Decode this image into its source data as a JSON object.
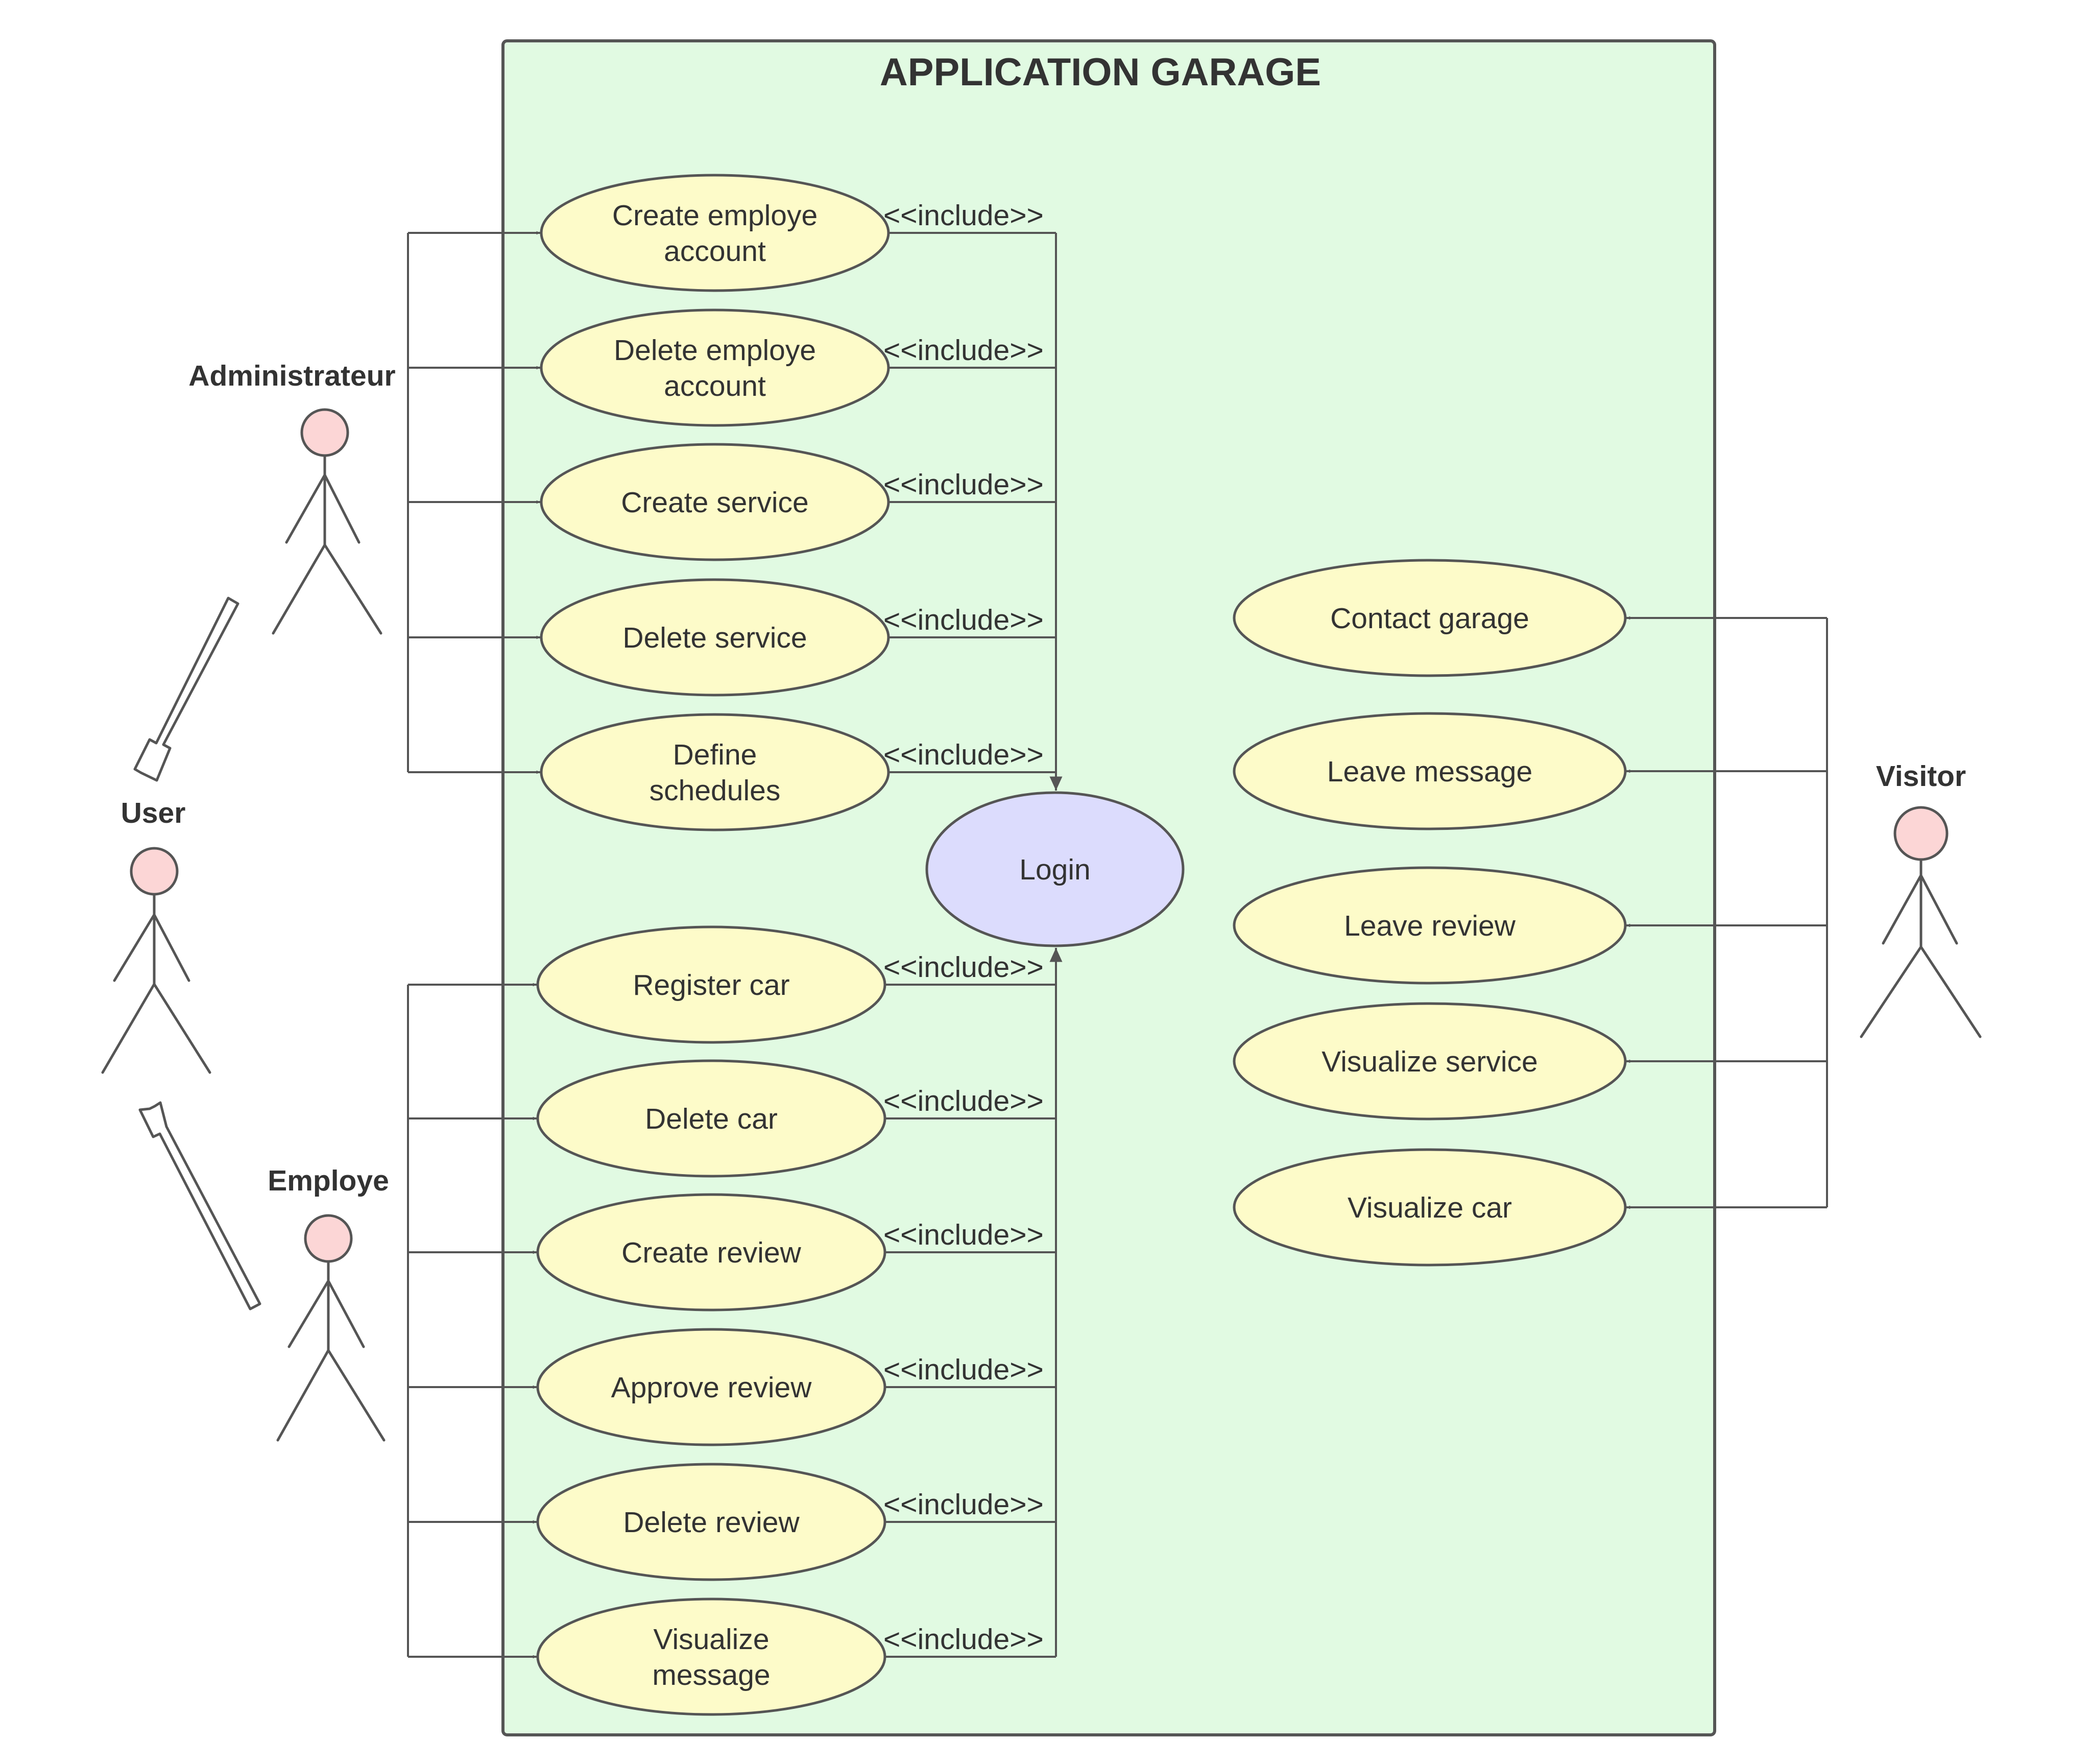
{
  "diagram": {
    "system_title": "APPLICATION GARAGE",
    "colors": {
      "system_fill": "#e1fae2",
      "use_case_fill": "#fdfbc9",
      "login_fill": "#dcdcfd",
      "actor_head_fill": "#fcd6d6",
      "line": "#555555"
    },
    "actors": {
      "administrateur": "Administrateur",
      "user": "User",
      "employe": "Employe",
      "visitor": "Visitor"
    },
    "include_label": "<<include>>",
    "login": "Login",
    "admin_use_cases": [
      [
        "Create employe",
        "account"
      ],
      [
        "Delete employe",
        "account"
      ],
      [
        "Create service"
      ],
      [
        "Delete service"
      ],
      [
        "Define",
        "schedules"
      ]
    ],
    "employe_use_cases": [
      [
        "Register car"
      ],
      [
        "Delete car"
      ],
      [
        "Create review"
      ],
      [
        "Approve review"
      ],
      [
        "Delete review"
      ],
      [
        "Visualize",
        "message"
      ]
    ],
    "visitor_use_cases": [
      [
        "Contact garage"
      ],
      [
        "Leave message"
      ],
      [
        "Leave review"
      ],
      [
        "Visualize service"
      ],
      [
        "Visualize car"
      ]
    ],
    "relations": {
      "administrateur_generalizes": "user",
      "employe_generalizes": "user",
      "admin_includes": "login",
      "employe_includes": "login"
    }
  }
}
